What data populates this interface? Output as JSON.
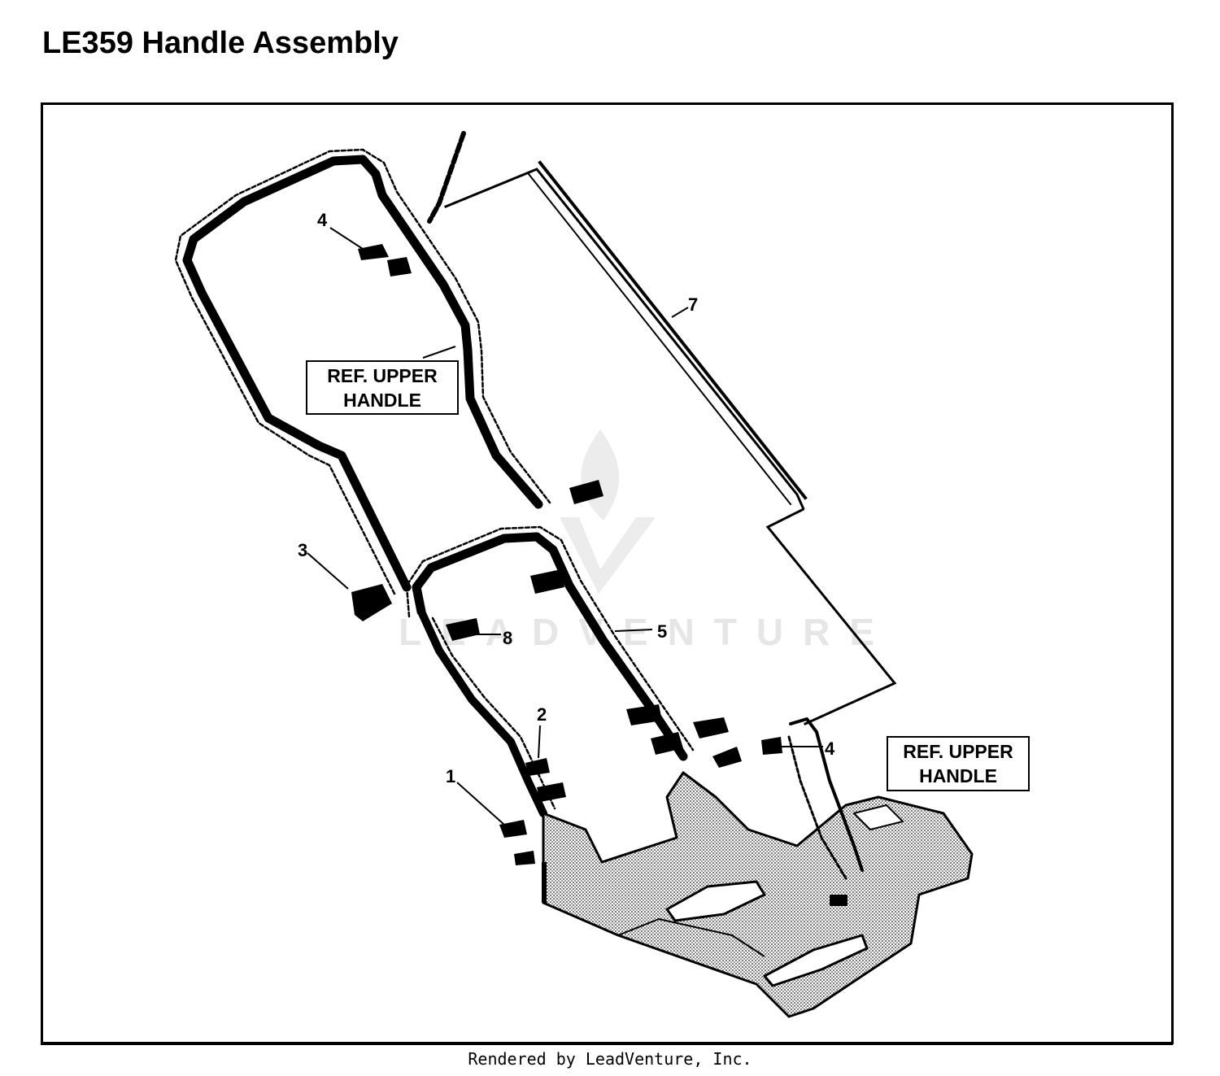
{
  "title": "LE359 Handle Assembly",
  "callouts": {
    "c1": "1",
    "c2": "2",
    "c3": "3",
    "c4_top": "4",
    "c4_right": "4",
    "c5": "5",
    "c7": "7",
    "c8": "8"
  },
  "ref_boxes": {
    "left_line1": "REF. UPPER",
    "left_line2": "HANDLE",
    "right_line1": "REF. UPPER",
    "right_line2": "HANDLE"
  },
  "watermark": "LEADVENTURE",
  "footer": "Rendered by LeadVenture, Inc."
}
